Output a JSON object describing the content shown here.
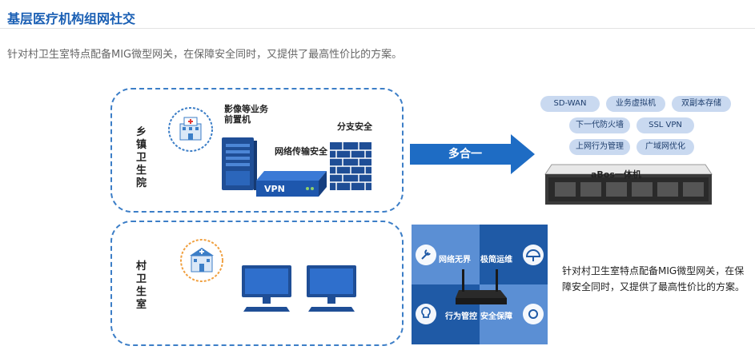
{
  "page": {
    "title": "基层医疗机构组网社交",
    "intro": "针对村卫生室特点配备MIG微型网关，在保障安全同时，又提供了最高性价比的方案。"
  },
  "top_panel": {
    "side_label": "乡镇卫生院",
    "server_label": "影像等业务前置机",
    "network_label": "网络传输安全",
    "firewall_label": "分支安全",
    "vpn_label": "VPN"
  },
  "bottom_panel": {
    "side_label": "村卫生室"
  },
  "arrow_label": "多合一",
  "features": [
    "SD-WAN",
    "业务虚拟机",
    "双副本存储",
    "下一代防火墙",
    "SSL VPN",
    "上网行为管理",
    "广域网优化"
  ],
  "appliance_label": "aBos一体机",
  "quadrants": [
    "网络无界",
    "极简运维",
    "行为管控",
    "安全保障"
  ],
  "description": "针对村卫生室特点配备MIG微型网关，在保障安全同时，又提供了最高性价比的方案。",
  "colors": {
    "accent": "#1a5fb4",
    "panel_border": "#3c7ec7",
    "pill_bg": "#c9d9f0",
    "quad_dark": "#1f5aa6"
  }
}
